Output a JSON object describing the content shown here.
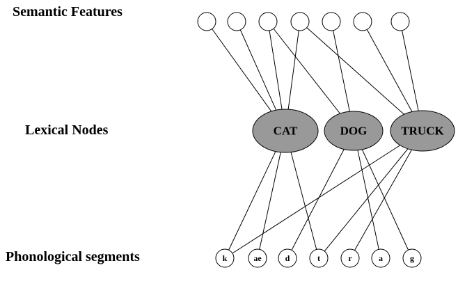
{
  "diagram": {
    "title_labels": {
      "semantic": "Semantic Features",
      "lexical": "Lexical Nodes",
      "phonological": "Phonological segments"
    },
    "semantic_features": {
      "count": 7
    },
    "lexical_nodes": [
      "CAT",
      "DOG",
      "TRUCK"
    ],
    "phonological_segments": [
      "k",
      "ae",
      "d",
      "t",
      "r",
      "a",
      "g"
    ],
    "edges": {
      "semantic_to_lexical": [
        [
          0,
          0
        ],
        [
          1,
          0
        ],
        [
          2,
          0
        ],
        [
          3,
          0
        ],
        [
          2,
          1
        ],
        [
          4,
          1
        ],
        [
          3,
          2
        ],
        [
          5,
          2
        ],
        [
          6,
          2
        ]
      ],
      "lexical_to_phonological": [
        [
          0,
          0
        ],
        [
          0,
          1
        ],
        [
          0,
          3
        ],
        [
          1,
          2
        ],
        [
          1,
          5
        ],
        [
          1,
          6
        ],
        [
          2,
          0
        ],
        [
          2,
          3
        ],
        [
          2,
          4
        ]
      ]
    },
    "colors": {
      "lexical_fill": "#999999",
      "node_fill": "#ffffff",
      "stroke": "#000000",
      "background": "#ffffff"
    }
  }
}
